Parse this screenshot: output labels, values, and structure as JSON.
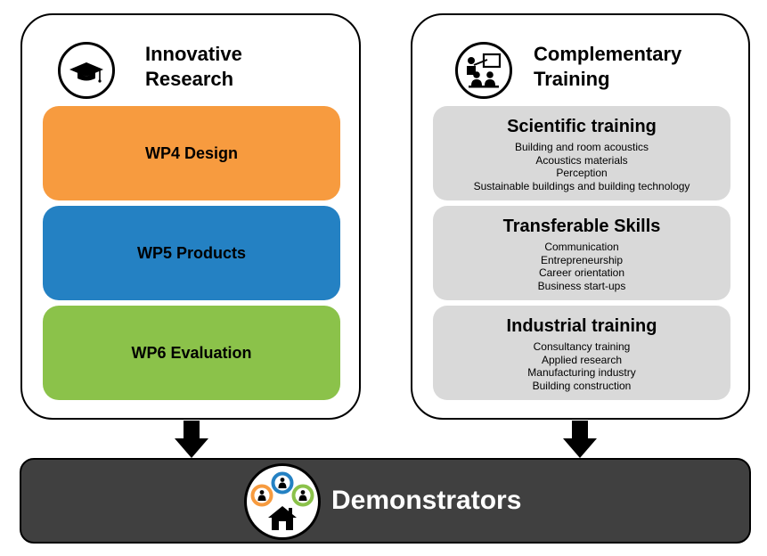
{
  "research": {
    "title_line1": "Innovative",
    "title_line2": "Research",
    "icon": "graduation-cap-icon",
    "work_packages": [
      {
        "label": "WP4 Design",
        "color": "#f79b3f"
      },
      {
        "label": "WP5 Products",
        "color": "#2481c3"
      },
      {
        "label": "WP6 Evaluation",
        "color": "#8bc24a"
      }
    ]
  },
  "training": {
    "title_line1": "Complementary",
    "title_line2": "Training",
    "icon": "teacher-students-icon",
    "sections": [
      {
        "title": "Scientific training",
        "items": [
          "Building and room acoustics",
          "Acoustics materials",
          "Perception",
          "Sustainable buildings and building technology"
        ]
      },
      {
        "title": "Transferable Skills",
        "items": [
          "Communication",
          "Entrepreneurship",
          "Career orientation",
          "Business start-ups"
        ]
      },
      {
        "title": "Industrial training",
        "items": [
          "Consultancy training",
          "Applied research",
          "Manufacturing industry",
          "Building construction"
        ]
      }
    ],
    "box_color": "#d9d9d9"
  },
  "demonstrators": {
    "label": "Demonstrators",
    "icon": "house-with-people-icon",
    "bar_color": "#404040",
    "people_colors": [
      "#f79b3f",
      "#2481c3",
      "#8bc24a"
    ]
  }
}
